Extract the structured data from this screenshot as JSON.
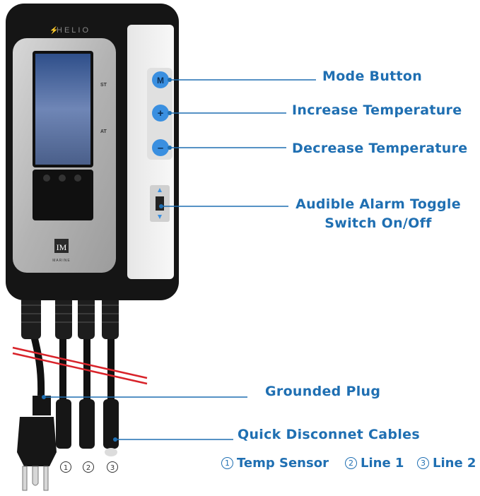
{
  "brand": "HELIO",
  "maker_logo": "IM",
  "maker_name": "MARINE",
  "device_labels": {
    "st": "ST",
    "at": "AT"
  },
  "buttons": {
    "mode_symbol": "M",
    "plus_symbol": "+",
    "minus_symbol": "–"
  },
  "callouts": {
    "mode_button": "Mode Button",
    "increase_temp": "Increase Temperature",
    "decrease_temp": "Decrease Temperature",
    "alarm_toggle_line1": "Audible Alarm Toggle",
    "alarm_toggle_line2": "Switch On/Off",
    "grounded_plug": "Grounded Plug",
    "quick_disconnect": "Quick Disconnet Cables"
  },
  "cable_numbers": [
    "1",
    "2",
    "3"
  ],
  "legend": [
    {
      "num": "1",
      "text": "Temp Sensor"
    },
    {
      "num": "2",
      "text": "Line 1"
    },
    {
      "num": "3",
      "text": "Line 2"
    }
  ],
  "colors": {
    "accent_blue": "#1f6fb2",
    "button_blue": "#3a8fe0",
    "body_black": "#151515",
    "brushed_steel": "#b9b9b9",
    "cut_line_red": "#d8232a"
  }
}
